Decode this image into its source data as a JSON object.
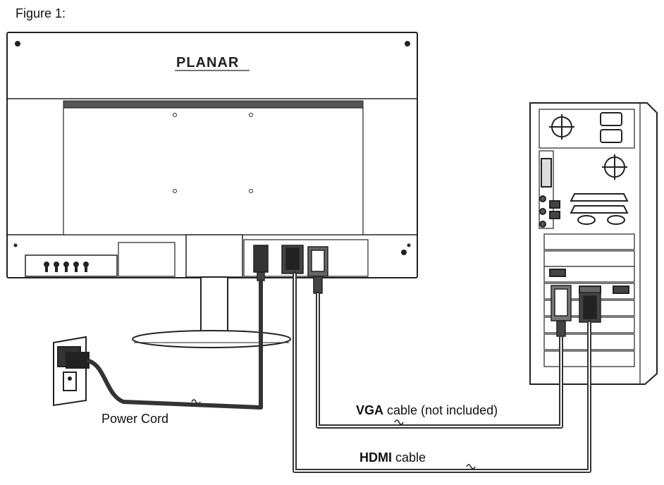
{
  "figure": {
    "title": "Figure 1:"
  },
  "monitor": {
    "brand": "PLANAR"
  },
  "labels": {
    "power_cord": "Power Cord",
    "vga_bold": "VGA",
    "vga_rest": " cable (not included)",
    "hdmi_bold": "HDMI",
    "hdmi_rest": " cable"
  },
  "colors": {
    "line": "#222222",
    "cable": "#3a3a3a",
    "background": "#ffffff"
  }
}
